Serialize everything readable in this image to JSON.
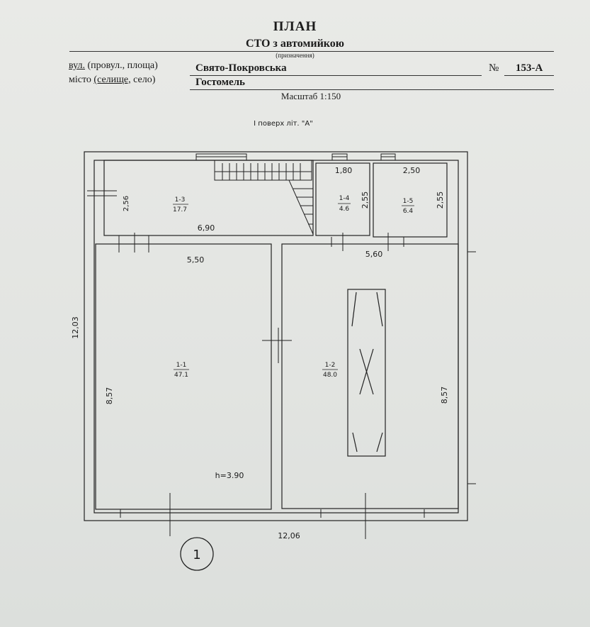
{
  "header": {
    "title": "ПЛАН",
    "purpose": "СТО  з автомийкою",
    "purpose_caption": "(призначення)",
    "street_label_underlined": "вул.",
    "street_label_rest": " (провул., площа)",
    "street_value": "Свято-Покровська",
    "number_label": "№",
    "number_value": "153-А",
    "city_label_start": "місто ",
    "city_label_underlined": "(селище,",
    "city_label_end": " село)",
    "city_value": "Гостомель",
    "scale": "Масштаб 1:150",
    "floor": "I поверх літ. \"А\""
  },
  "rooms": [
    {
      "id": "1-3",
      "area": "17.7"
    },
    {
      "id": "1-4",
      "area": "4.6"
    },
    {
      "id": "1-5",
      "area": "6.4"
    },
    {
      "id": "1-1",
      "area": "47.1"
    },
    {
      "id": "1-2",
      "area": "48.0"
    }
  ],
  "dimensions": {
    "room13_height": "2,56",
    "room13_width": "6,90",
    "room14_width": "1,80",
    "room14_height": "2,55",
    "room15_width": "2,50",
    "room15_height": "2,55",
    "room11_width": "5,50",
    "room11_height": "8,57",
    "room12_width": "5,60",
    "room12_height": "8,57",
    "total_height": "12,03",
    "total_width": "12,06",
    "ceiling_height": "h=3.90"
  },
  "section_marker": "1"
}
